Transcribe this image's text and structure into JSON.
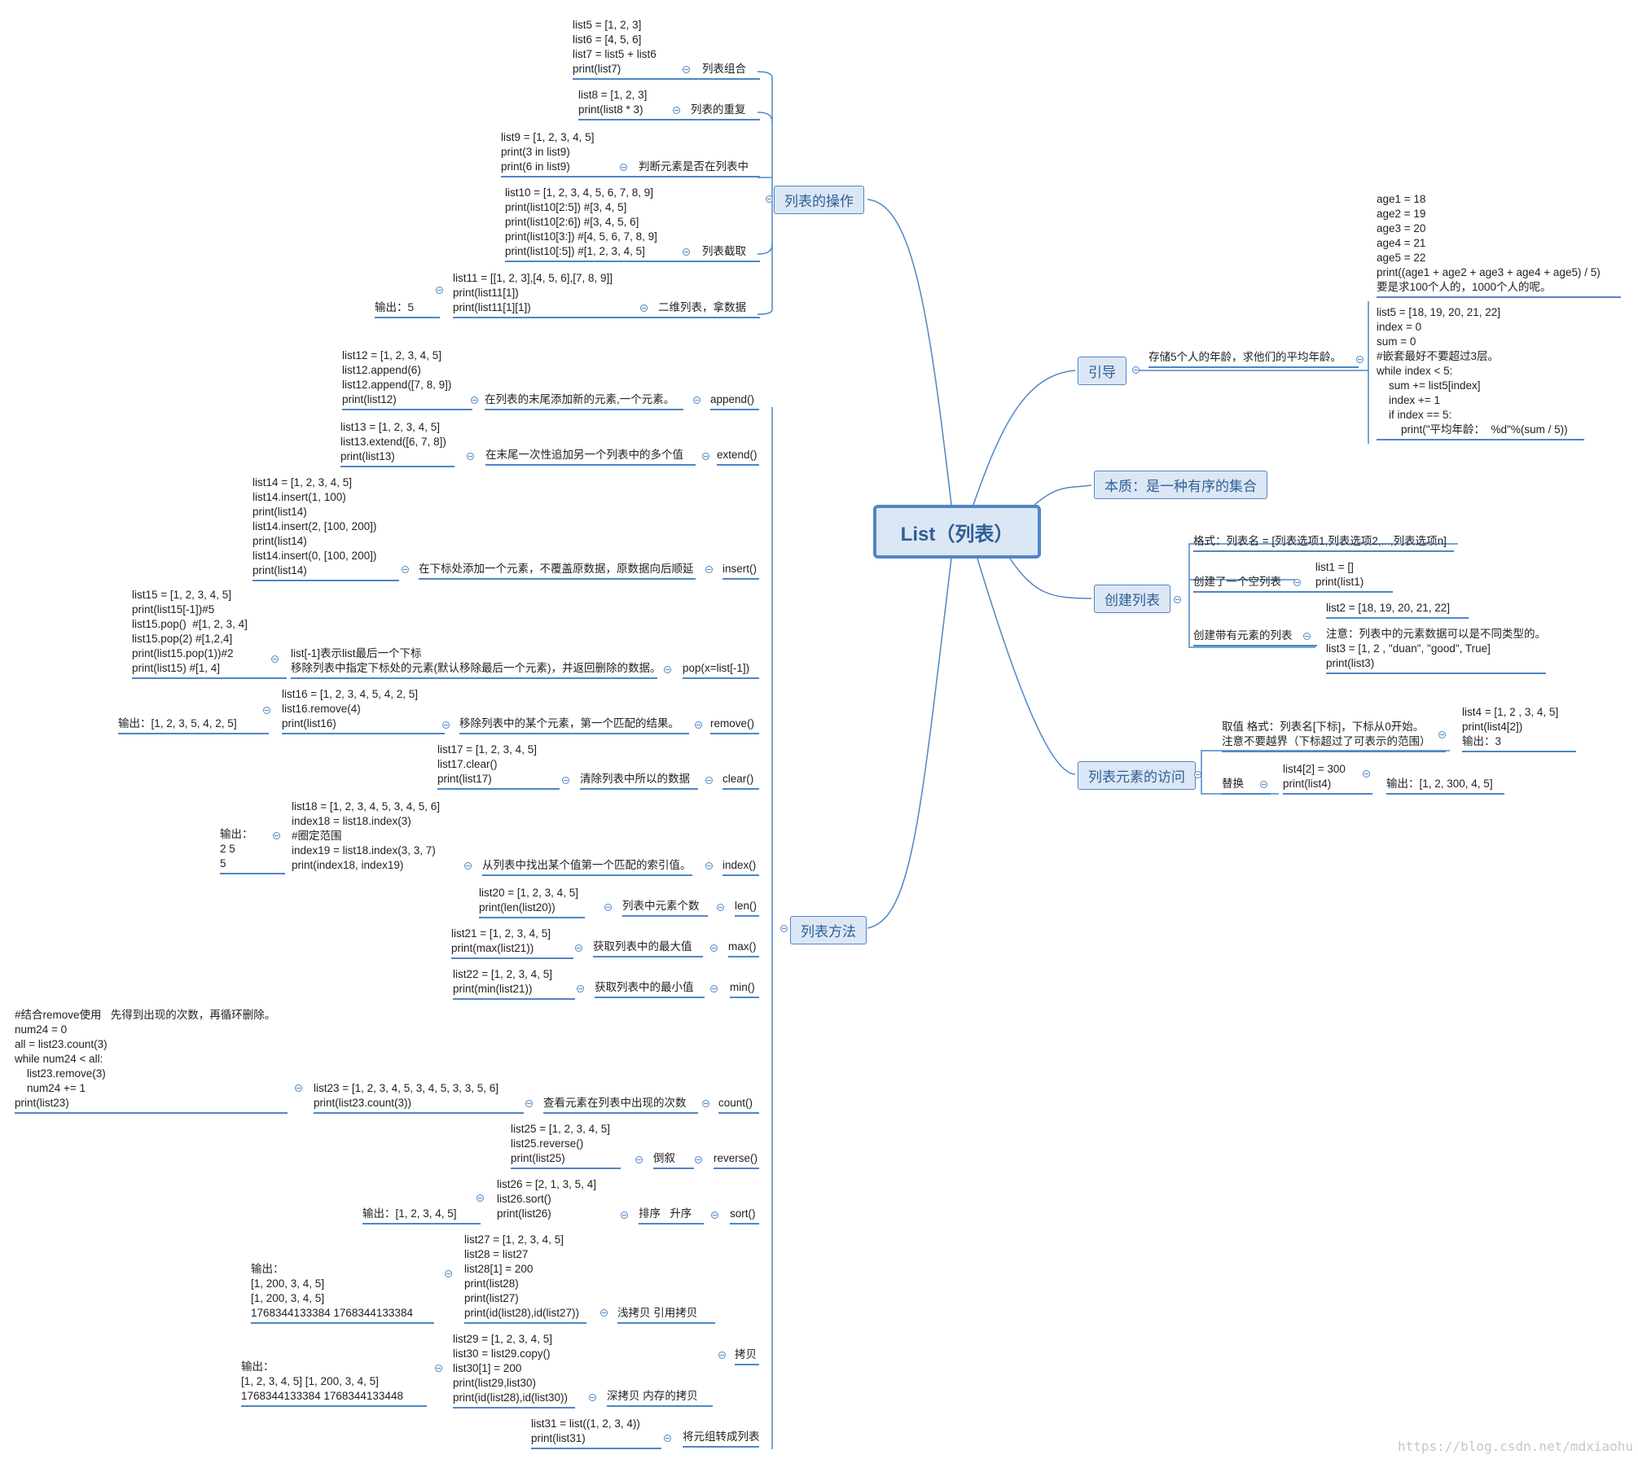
{
  "root": "List（列表）",
  "branches": {
    "ops": "列表的操作",
    "intro": "引导",
    "essence": "本质：是一种有序的集合",
    "create": "创建列表",
    "access": "列表元素的访问",
    "methods": "列表方法"
  },
  "ops": {
    "combine_code": "list5 = [1, 2, 3]\nlist6 = [4, 5, 6]\nlist7 = list5 + list6\nprint(list7)",
    "combine_label": "列表组合",
    "repeat_code": "list8 = [1, 2, 3]\nprint(list8 * 3)",
    "repeat_label": "列表的重复",
    "in_code": "list9 = [1, 2, 3, 4, 5]\nprint(3 in list9)\nprint(6 in list9)",
    "in_label": "判断元素是否在列表中",
    "slice_code": "list10 = [1, 2, 3, 4, 5, 6, 7, 8, 9]\nprint(list10[2:5]) #[3, 4, 5]\nprint(list10[2:6]) #[3, 4, 5, 6]\nprint(list10[3:]) #[4, 5, 6, 7, 8, 9]\nprint(list10[:5]) #[1, 2, 3, 4, 5]",
    "slice_label": "列表截取",
    "twod_code": "list11 = [[1, 2, 3],[4, 5, 6],[7, 8, 9]]\nprint(list11[1])\nprint(list11[1][1])",
    "twod_label": "二维列表，拿数据",
    "twod_output": "输出：5"
  },
  "intro": {
    "question": "存储5个人的年龄，求他们的平均年龄。",
    "code1": "age1 = 18\nage2 = 19\nage3 = 20\nage4 = 21\nage5 = 22\nprint((age1 + age2 + age3 + age4 + age5) / 5)\n要是求100个人的，1000个人的呢。",
    "code2": "list5 = [18, 19, 20, 21, 22]\nindex = 0\nsum = 0\n#嵌套最好不要超过3层。\nwhile index < 5:\n    sum += list5[index]\n    index += 1\n    if index == 5:\n        print(\"平均年龄：  %d\"%(sum / 5))"
  },
  "create": {
    "format": "格式：列表名 = [列表选项1,列表选项2,...,列表选项n]",
    "empty_label": "创建了一个空列表",
    "empty_code": "list1 = []\nprint(list1)",
    "with_label": "创建带有元素的列表",
    "with_code1": "list2 = [18, 19, 20, 21, 22]",
    "with_code2": "注意：列表中的元素数据可以是不同类型的。\nlist3 = [1, 2 , \"duan\", \"good\", True]\nprint(list3)"
  },
  "access": {
    "get_label": "取值 格式：列表名[下标]，下标从0开始。\n注意不要越界（下标超过了可表示的范围）",
    "get_code": "list4 = [1, 2 , 3, 4, 5]\nprint(list4[2])\n输出：3",
    "replace_label": "替换",
    "replace_code": "list4[2] = 300\nprint(list4)",
    "replace_output": "输出：[1, 2, 300, 4, 5]"
  },
  "methods": {
    "append_name": "append()",
    "append_desc": "在列表的末尾添加新的元素,一个元素。",
    "append_code": "list12 = [1, 2, 3, 4, 5]\nlist12.append(6)\nlist12.append([7, 8, 9])\nprint(list12)",
    "extend_name": "extend()",
    "extend_desc": "在末尾一次性追加另一个列表中的多个值",
    "extend_code": "list13 = [1, 2, 3, 4, 5]\nlist13.extend([6, 7, 8])\nprint(list13)",
    "insert_name": "insert()",
    "insert_desc": "在下标处添加一个元素，不覆盖原数据，原数据向后顺延",
    "insert_code": "list14 = [1, 2, 3, 4, 5]\nlist14.insert(1, 100)\nprint(list14)\nlist14.insert(2, [100, 200])\nprint(list14)\nlist14.insert(0, [100, 200])\nprint(list14)",
    "pop_name": "pop(x=list[-1])",
    "pop_desc": "list[-1]表示list最后一个下标\n移除列表中指定下标处的元素(默认移除最后一个元素)，并返回删除的数据。",
    "pop_code": "list15 = [1, 2, 3, 4, 5]\nprint(list15[-1])#5\nlist15.pop()  #[1, 2, 3, 4]\nlist15.pop(2) #[1,2,4]\nprint(list15.pop(1))#2\nprint(list15) #[1, 4]",
    "remove_name": "remove()",
    "remove_desc": "移除列表中的某个元素，第一个匹配的结果。",
    "remove_code": "list16 = [1, 2, 3, 4, 5, 4, 2, 5]\nlist16.remove(4)\nprint(list16)",
    "remove_output": "输出：[1, 2, 3, 5, 4, 2, 5]",
    "clear_name": "clear()",
    "clear_desc": "清除列表中所以的数据",
    "clear_code": "list17 = [1, 2, 3, 4, 5]\nlist17.clear()\nprint(list17)",
    "index_name": "index()",
    "index_desc": "从列表中找出某个值第一个匹配的索引值。",
    "index_code": "list18 = [1, 2, 3, 4, 5, 3, 4, 5, 6]\nindex18 = list18.index(3)\n#圈定范围\nindex19 = list18.index(3, 3, 7)\nprint(index18, index19)",
    "index_output": "输出：\n2 5\n5",
    "len_name": "len()",
    "len_desc": "列表中元素个数",
    "len_code": "list20 = [1, 2, 3, 4, 5]\nprint(len(list20))",
    "max_name": "max()",
    "max_desc": "获取列表中的最大值",
    "max_code": "list21 = [1, 2, 3, 4, 5]\nprint(max(list21))",
    "min_name": "min()",
    "min_desc": "获取列表中的最小值",
    "min_code": "list22 = [1, 2, 3, 4, 5]\nprint(min(list21))",
    "count_name": "count()",
    "count_desc": "查看元素在列表中出现的次数",
    "count_code": "list23 = [1, 2, 3, 4, 5, 3, 4, 5, 3, 3, 5, 6]\nprint(list23.count(3))",
    "count_extra": "#结合remove使用   先得到出现的次数，再循环删除。\nnum24 = 0\nall = list23.count(3)\nwhile num24 < all:\n    list23.remove(3)\n    num24 += 1\nprint(list23)",
    "reverse_name": "reverse()",
    "reverse_desc": "倒叙",
    "reverse_code": "list25 = [1, 2, 3, 4, 5]\nlist25.reverse()\nprint(list25)",
    "sort_name": "sort()",
    "sort_desc": "排序   升序",
    "sort_code": "list26 = [2, 1, 3, 5, 4]\nlist26.sort()\nprint(list26)",
    "sort_output": "输出：[1, 2, 3, 4, 5]",
    "copy_name": "拷贝",
    "shallow_label": "浅拷贝 引用拷贝",
    "shallow_code": "list27 = [1, 2, 3, 4, 5]\nlist28 = list27\nlist28[1] = 200\nprint(list28)\nprint(list27)\nprint(id(list28),id(list27))",
    "shallow_output": "输出：\n[1, 200, 3, 4, 5]\n[1, 200, 3, 4, 5]\n1768344133384 1768344133384",
    "deep_label": "深拷贝 内存的拷贝",
    "deep_code": "list29 = [1, 2, 3, 4, 5]\nlist30 = list29.copy()\nlist30[1] = 200\nprint(list29,list30)\nprint(id(list28),id(list30))",
    "deep_output": "输出：\n[1, 2, 3, 4, 5] [1, 200, 3, 4, 5]\n1768344133384 1768344133448",
    "tuple_label": "将元组转成列表",
    "tuple_code": "list31 = list((1, 2, 3, 4))\nprint(list31)"
  },
  "watermark": "https://blog.csdn.net/mdxiaohu"
}
